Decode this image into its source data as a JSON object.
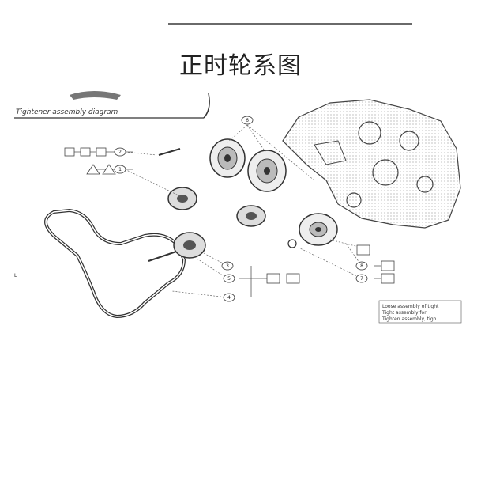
{
  "page": {
    "title": "正时轮系图"
  },
  "diagram": {
    "caption": "Tightener assembly diagram",
    "callouts": {
      "c1": "6",
      "c2": "2",
      "c3": "1",
      "c4": "3",
      "c5": "5",
      "c6": "4",
      "c7": "8",
      "c8": "7"
    },
    "legend_lines": [
      "Loose assembly of tight",
      "Tight assembly for",
      "Tighten assembly, tigh"
    ]
  }
}
